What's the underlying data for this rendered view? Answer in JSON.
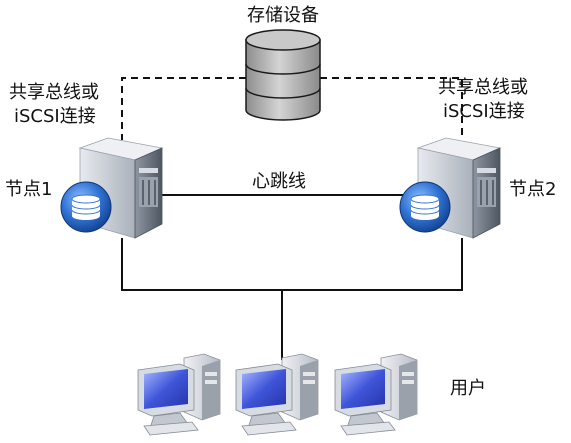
{
  "storage": {
    "label": "存储设备"
  },
  "links": {
    "left": {
      "line1": "共享总线或",
      "line2": "iSCSI连接"
    },
    "right": {
      "line1": "共享总线或",
      "line2": "iSCSI连接"
    },
    "heartbeat": "心跳线"
  },
  "nodes": [
    {
      "label": "节点1"
    },
    {
      "label": "节点2"
    }
  ],
  "users": {
    "label": "用户",
    "count": 3
  },
  "colors": {
    "line": "#111111",
    "server_body": "#c9ced6",
    "server_front": "#6c7480",
    "db_blue": "#1f5fbf",
    "cylinder": "#a8a8a8",
    "monitor_screen": "#3f55d8"
  }
}
